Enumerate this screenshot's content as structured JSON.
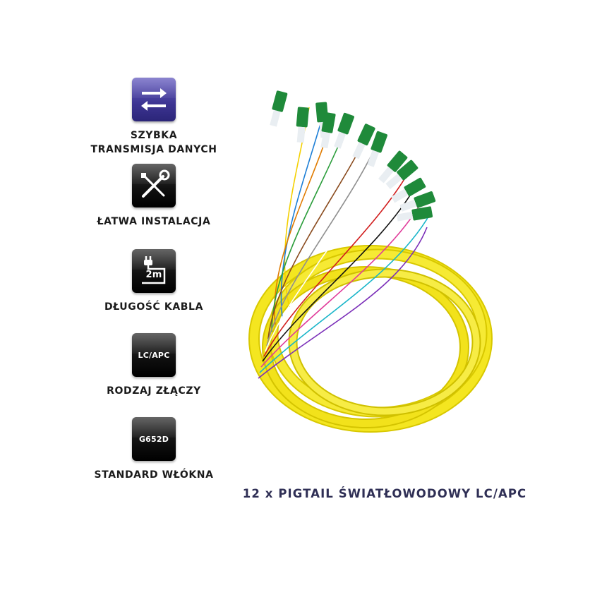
{
  "features": [
    {
      "icon": "transfer-arrows-icon",
      "label_line1": "SZYBKA",
      "label_line2": "TRANSMISJA DANYCH",
      "accent": "#3c3492"
    },
    {
      "icon": "tools-icon",
      "label_line1": "ŁATWA INSTALACJA"
    },
    {
      "icon": "cable-length-icon",
      "icon_text": "2m",
      "label_line1": "DŁUGOŚĆ KABLA"
    },
    {
      "icon": "connector-type-icon",
      "icon_text": "LC/APC",
      "label_line1": "RODZAJ ZŁĄCZY"
    },
    {
      "icon": "fiber-standard-icon",
      "icon_text": "G652D",
      "label_line1": "STANDARD WŁÓKNA"
    }
  ],
  "caption": "12 x PIGTAIL ŚWIATŁOWODOWY LC/APC",
  "colors": {
    "cable": "#f2e21b",
    "connector": "#1f8a3a",
    "caption": "#2f2f55"
  }
}
